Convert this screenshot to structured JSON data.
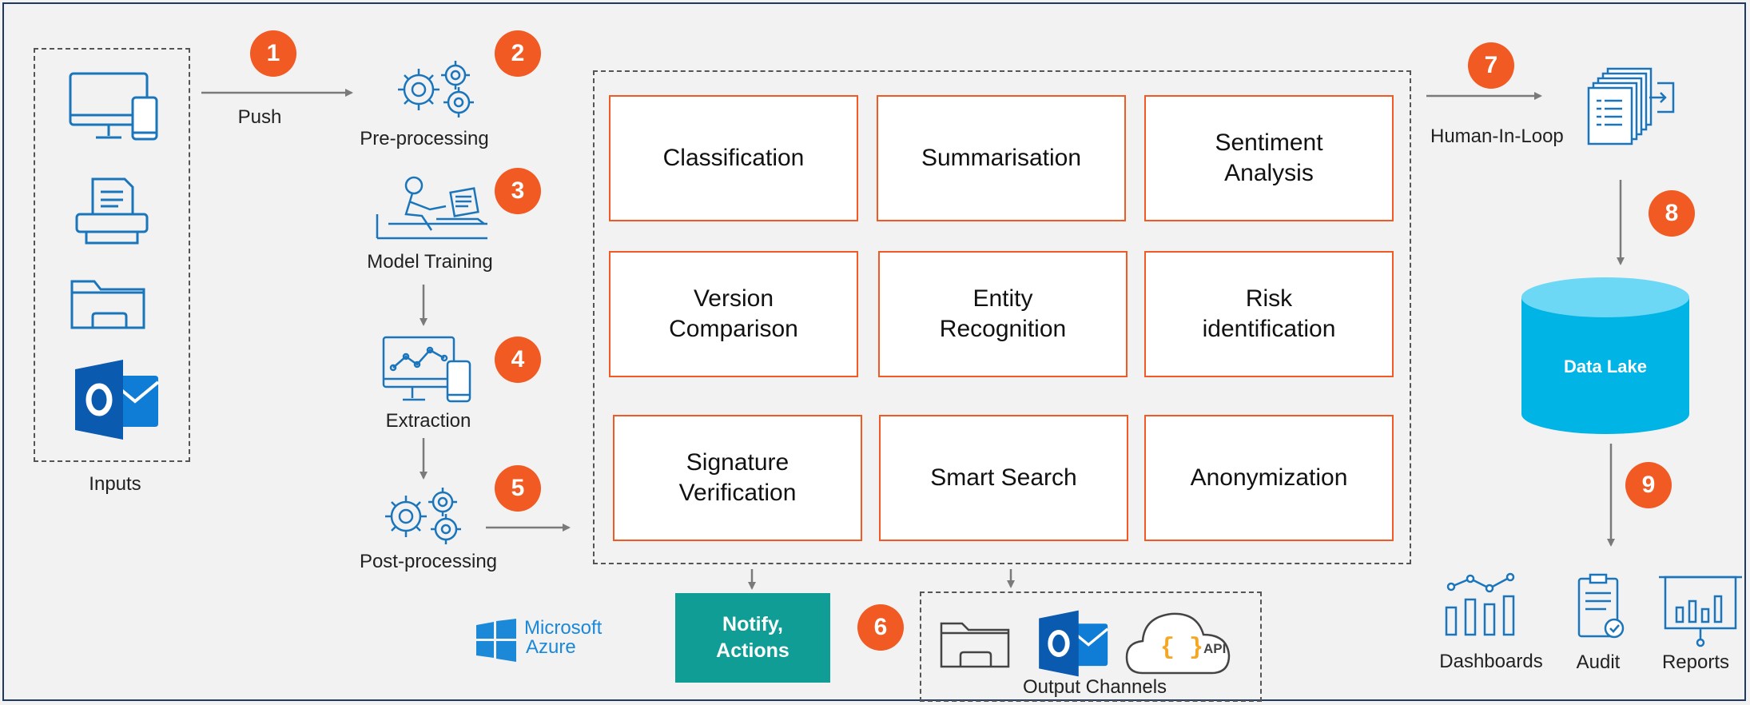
{
  "inputs": {
    "label": "Inputs"
  },
  "steps": {
    "push": "Push",
    "pre_processing": "Pre-processing",
    "model_training": "Model Training",
    "extraction": "Extraction",
    "post_processing": "Post-processing",
    "human_in_loop": "Human-In-Loop"
  },
  "badges": [
    "1",
    "2",
    "3",
    "4",
    "5",
    "6",
    "7",
    "8",
    "9"
  ],
  "capabilities": [
    "Classification",
    "Summarisation",
    "Sentiment\nAnalysis",
    "Version\nComparison",
    "Entity\nRecognition",
    "Risk\nidentification",
    "Signature\nVerification",
    "Smart Search",
    "Anonymization"
  ],
  "notify": "Notify,\nActions",
  "output_channels": "Output Channels",
  "api_label": "API",
  "data_lake": "Data Lake",
  "outputs": [
    "Dashboards",
    "Audit",
    "Reports"
  ],
  "azure": {
    "line1": "Microsoft",
    "line2": "Azure"
  },
  "colors": {
    "accent": "#f15a22",
    "icon_blue": "#1b75bb",
    "teal": "#0f9d96",
    "lake": "#00b4e6",
    "border": "#1f3864"
  },
  "icons": [
    "desktop-mobile-icon",
    "printer-icon",
    "folder-icon",
    "outlook-icon",
    "gears-icon",
    "person-training-icon",
    "analytics-monitor-icon",
    "documents-icon",
    "database-icon",
    "dashboard-chart-icon",
    "clipboard-audit-icon",
    "report-board-icon",
    "azure-logo-icon",
    "api-cloud-icon"
  ]
}
